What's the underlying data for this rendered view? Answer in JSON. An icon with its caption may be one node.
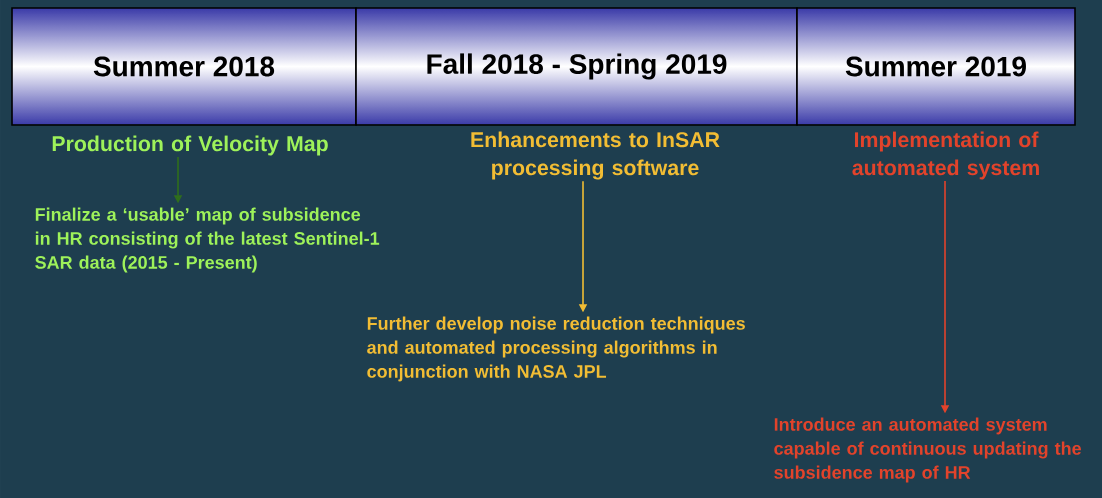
{
  "diagram": {
    "nodes": [
      {
        "text": [
          "Summer 2018"
        ]
      },
      {
        "text": [
          "Fall 2018 - Spring 2019"
        ]
      },
      {
        "text": [
          "Summer 2019"
        ]
      },
      {
        "text": [
          "Production of Velocity Map"
        ]
      },
      {
        "text": [
          "Finalize a ‘usable’  map of subsidence in HR consisting of the latest Sentinel-1 SAR data (2015 - Present)"
        ]
      },
      {
        "text": [
          "Enhancements to InSAR processing software"
        ]
      },
      {
        "text": [
          "Further develop noise reduction techniques and automated processing algorithms in conjunction with NASA JPL"
        ]
      },
      {
        "text": [
          "Implementation of automated system"
        ]
      },
      {
        "text": [
          "Introduce an automated system capable of continuous updating the subsidence map of HR"
        ]
      }
    ],
    "edges": [
      {
        "from": 3,
        "to": 4,
        "arrow": "to",
        "color": "#2f6e1c"
      },
      {
        "from": 5,
        "to": 6,
        "arrow": "to",
        "color": "#f2bd34"
      },
      {
        "from": 7,
        "to": 8,
        "arrow": "to",
        "color": "#e2432b"
      }
    ]
  }
}
